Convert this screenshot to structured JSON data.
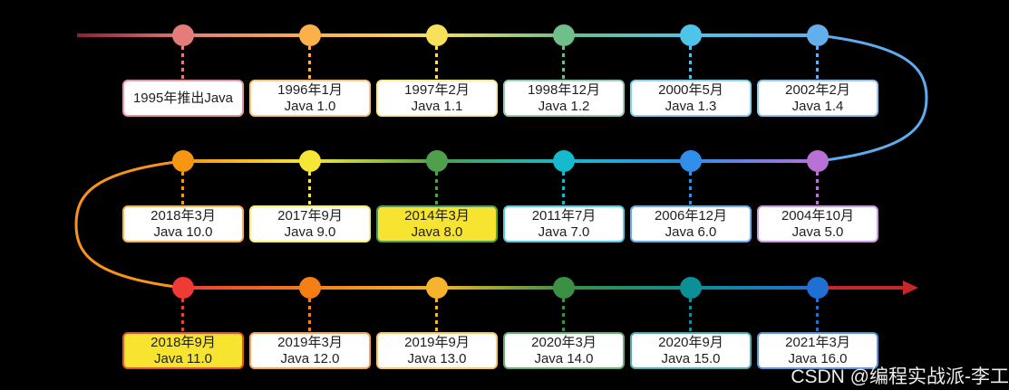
{
  "watermark": {
    "text": "CSDN @编程实战派-李工",
    "color": "#ececec"
  },
  "colors": {
    "background": "#000000",
    "line_start": "#8f2032",
    "curve_right": "#5fabee",
    "curve_left": "#f7941d",
    "arrow": "#c62828",
    "box_text": "#1f1f1f",
    "highlight_bg": "#f6e431"
  },
  "timeline": {
    "description": "Java version history timeline, three serpentine rows ending in an arrow",
    "rows": [
      {
        "nodes": [
          {
            "date": "1995年推出Java",
            "version": "",
            "dot_color": "#e57b7b",
            "border_color": "#e9959c",
            "box_bg": "#ffffff"
          },
          {
            "date": "1996年1月",
            "version": "Java 1.0",
            "dot_color": "#fbb04a",
            "border_color": "#fcc478",
            "box_bg": "#ffffff"
          },
          {
            "date": "1997年2月",
            "version": "Java 1.1",
            "dot_color": "#f7e05a",
            "border_color": "#f9e88a",
            "box_bg": "#ffffff"
          },
          {
            "date": "1998年12月",
            "version": "Java 1.2",
            "dot_color": "#6fbf8b",
            "border_color": "#94cfa9",
            "box_bg": "#ffffff"
          },
          {
            "date": "2000年5月",
            "version": "Java 1.3",
            "dot_color": "#4ec4e8",
            "border_color": "#7cd4ef",
            "box_bg": "#ffffff"
          },
          {
            "date": "2002年2月",
            "version": "Java 1.4",
            "dot_color": "#63aeec",
            "border_color": "#8ec5f3",
            "box_bg": "#ffffff"
          }
        ]
      },
      {
        "nodes": [
          {
            "date": "2018年3月",
            "version": "Java 10.0",
            "dot_color": "#f79612",
            "border_color": "#f9b251",
            "box_bg": "#ffffff"
          },
          {
            "date": "2017年9月",
            "version": "Java 9.0",
            "dot_color": "#f6e736",
            "border_color": "#f9ee6f",
            "box_bg": "#ffffff"
          },
          {
            "date": "2014年3月",
            "version": "Java 8.0",
            "dot_color": "#4f9f4c",
            "border_color": "#4f9f4c",
            "box_bg": "#f6e431"
          },
          {
            "date": "2011年7月",
            "version": "Java 7.0",
            "dot_color": "#16bace",
            "border_color": "#55cdda",
            "box_bg": "#ffffff"
          },
          {
            "date": "2006年12月",
            "version": "Java 6.0",
            "dot_color": "#2f8fea",
            "border_color": "#66acf0",
            "box_bg": "#ffffff"
          },
          {
            "date": "2004年10月",
            "version": "Java 5.0",
            "dot_color": "#b971d6",
            "border_color": "#cc96e1",
            "box_bg": "#ffffff"
          }
        ]
      },
      {
        "nodes": [
          {
            "date": "2018年9月",
            "version": "Java 11.0",
            "dot_color": "#ef3a35",
            "border_color": "#e85420",
            "box_bg": "#f6e431"
          },
          {
            "date": "2019年3月",
            "version": "Java 12.0",
            "dot_color": "#f57f14",
            "border_color": "#f8a254",
            "box_bg": "#ffffff"
          },
          {
            "date": "2019年9月",
            "version": "Java 13.0",
            "dot_color": "#f6b42c",
            "border_color": "#f8c763",
            "box_bg": "#ffffff"
          },
          {
            "date": "2020年3月",
            "version": "Java 14.0",
            "dot_color": "#3a9144",
            "border_color": "#6cad74",
            "box_bg": "#ffffff"
          },
          {
            "date": "2020年9月",
            "version": "Java 15.0",
            "dot_color": "#0c9097",
            "border_color": "#4fadb2",
            "box_bg": "#ffffff"
          },
          {
            "date": "2021年3月",
            "version": "Java 16.0",
            "dot_color": "#2070d4",
            "border_color": "#5a94e0",
            "box_bg": "#ffffff"
          }
        ]
      }
    ]
  }
}
